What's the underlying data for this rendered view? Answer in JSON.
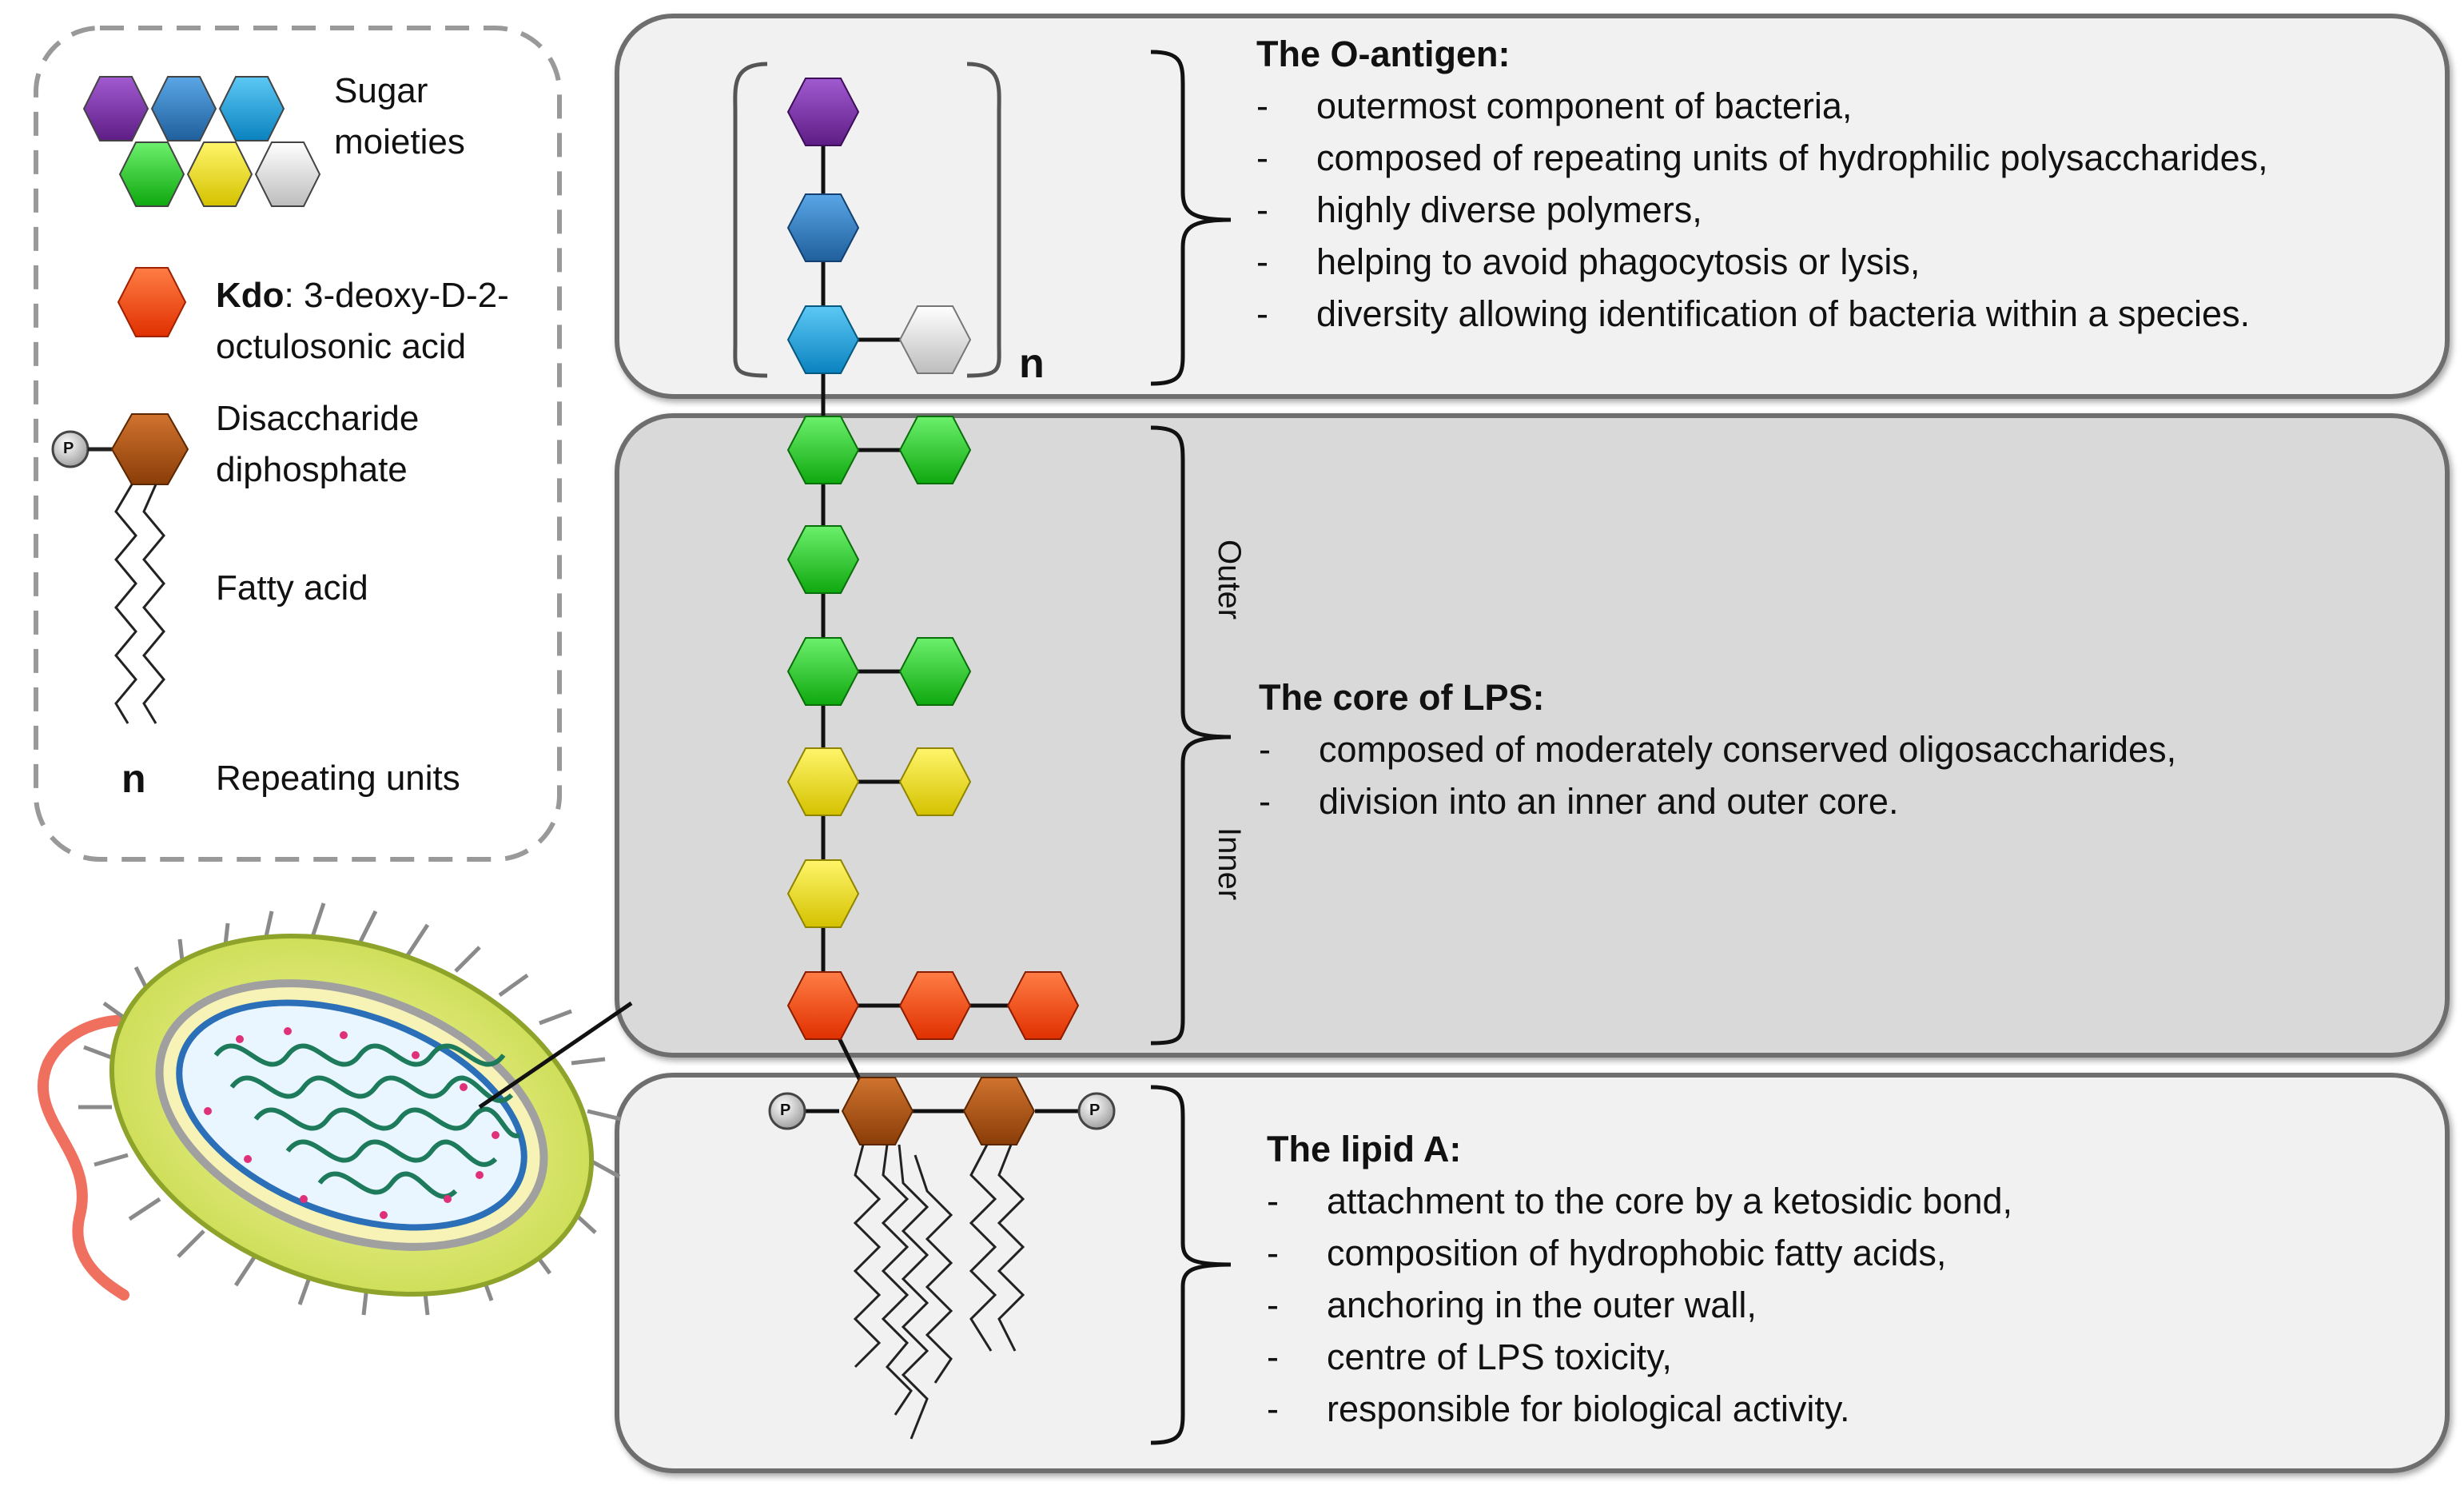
{
  "legend": {
    "sugar_label": "Sugar moieties",
    "kdo_bold": "Kdo",
    "kdo_text": ": 3-deoxy-D-2-octulosonic acid",
    "disaccharide_label": "Disaccharide diphosphate",
    "fatty_acid_label": "Fatty acid",
    "n_symbol": "n",
    "repeating_label": "Repeating units",
    "phosphate_symbol": "P"
  },
  "o_antigen": {
    "title": "The O-antigen:",
    "bullets": [
      "outermost component of bacteria,",
      "composed of repeating units of hydrophilic polysaccharides,",
      "highly diverse polymers,",
      "helping to avoid phagocytosis or lysis,",
      "diversity allowing identification of bacteria within a species."
    ],
    "n_symbol": "n"
  },
  "core": {
    "title": "The core of LPS:",
    "bullets": [
      "composed of moderately conserved oligosaccharides,",
      "division into an inner and outer core."
    ],
    "outer_label": "Outer",
    "inner_label": "Inner"
  },
  "lipid_a": {
    "title": "The lipid A:",
    "bullets": [
      "attachment to the core by a ketosidic bond,",
      "composition of hydrophobic fatty acids,",
      "anchoring in the outer wall,",
      "centre of LPS toxicity,",
      "responsible for biological activity."
    ],
    "phosphate_symbol": "P"
  },
  "colors": {
    "purple": "#7b2fa6",
    "dark_blue": "#2f7fc4",
    "light_blue": "#1aa3e0",
    "white": "#e8e8e8",
    "green": "#1fd11f",
    "yellow": "#f2e200",
    "kdo_orange": "#ff4a0a",
    "disaccharide_brown": "#b35516",
    "panel_light": "#f1f1f1",
    "panel_dark": "#d9d9d9"
  }
}
